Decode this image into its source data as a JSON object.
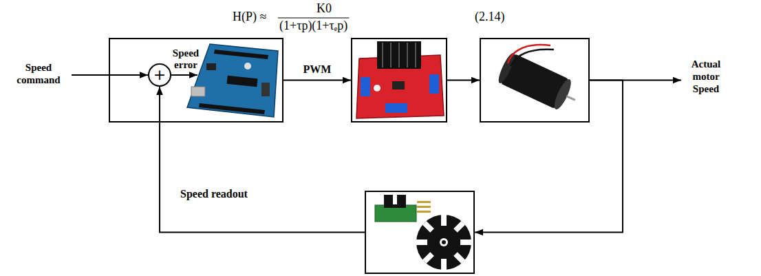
{
  "diagram": {
    "nodes": [
      {
        "text": [
          "Speed error"
        ]
      },
      {
        "text": [
          "+"
        ],
        "in": 0
      },
      {
        "text": []
      },
      {
        "text": []
      },
      {
        "text": []
      }
    ],
    "edges": [
      {
        "from": 0,
        "to": 2,
        "arrow": "to",
        "label": "PWM"
      },
      {
        "from": 2,
        "to": 3,
        "arrow": "to"
      },
      {
        "from": 3,
        "to": 4,
        "arrow": "to"
      },
      {
        "from": 4,
        "to": 1,
        "arrow": "to",
        "label": "Speed readout"
      }
    ],
    "labels": [
      "H(P) ≈",
      "K0",
      "(1+τp)(1+τₑp)",
      "(2.14)",
      "Speed command",
      "Actual motor Speed"
    ]
  }
}
